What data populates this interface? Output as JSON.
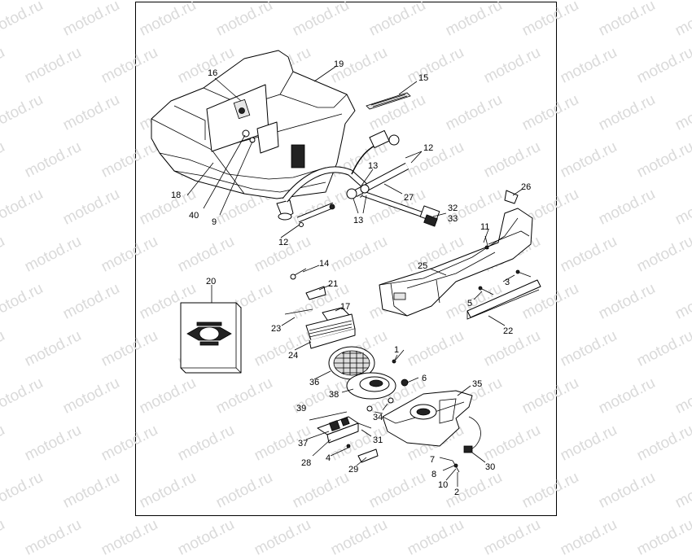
{
  "watermark_text": "motod.ru",
  "callouts": [
    {
      "id": "n1",
      "text": "1"
    },
    {
      "id": "n2",
      "text": "2"
    },
    {
      "id": "n3",
      "text": "3"
    },
    {
      "id": "n4",
      "text": "4"
    },
    {
      "id": "n5",
      "text": "5"
    },
    {
      "id": "n6",
      "text": "6"
    },
    {
      "id": "n7",
      "text": "7"
    },
    {
      "id": "n8",
      "text": "8"
    },
    {
      "id": "n9",
      "text": "9"
    },
    {
      "id": "n10",
      "text": "10"
    },
    {
      "id": "n11",
      "text": "11"
    },
    {
      "id": "n12a",
      "text": "12"
    },
    {
      "id": "n12b",
      "text": "12"
    },
    {
      "id": "n13a",
      "text": "13"
    },
    {
      "id": "n13b",
      "text": "13"
    },
    {
      "id": "n14",
      "text": "14"
    },
    {
      "id": "n15",
      "text": "15"
    },
    {
      "id": "n16",
      "text": "16"
    },
    {
      "id": "n17",
      "text": "17"
    },
    {
      "id": "n18",
      "text": "18"
    },
    {
      "id": "n19",
      "text": "19"
    },
    {
      "id": "n20",
      "text": "20"
    },
    {
      "id": "n21",
      "text": "21"
    },
    {
      "id": "n22",
      "text": "22"
    },
    {
      "id": "n23",
      "text": "23"
    },
    {
      "id": "n24",
      "text": "24"
    },
    {
      "id": "n25",
      "text": "25"
    },
    {
      "id": "n26",
      "text": "26"
    },
    {
      "id": "n27",
      "text": "27"
    },
    {
      "id": "n28",
      "text": "28"
    },
    {
      "id": "n29",
      "text": "29"
    },
    {
      "id": "n30",
      "text": "30"
    },
    {
      "id": "n31",
      "text": "31"
    },
    {
      "id": "n32",
      "text": "32"
    },
    {
      "id": "n33",
      "text": "33"
    },
    {
      "id": "n34",
      "text": "34"
    },
    {
      "id": "n35",
      "text": "35"
    },
    {
      "id": "n36",
      "text": "36"
    },
    {
      "id": "n37",
      "text": "37"
    },
    {
      "id": "n38",
      "text": "38"
    },
    {
      "id": "n39",
      "text": "39"
    },
    {
      "id": "n40",
      "text": "40"
    }
  ],
  "colors": {
    "line": "#000000",
    "watermark": "#dadada",
    "background": "#ffffff"
  }
}
